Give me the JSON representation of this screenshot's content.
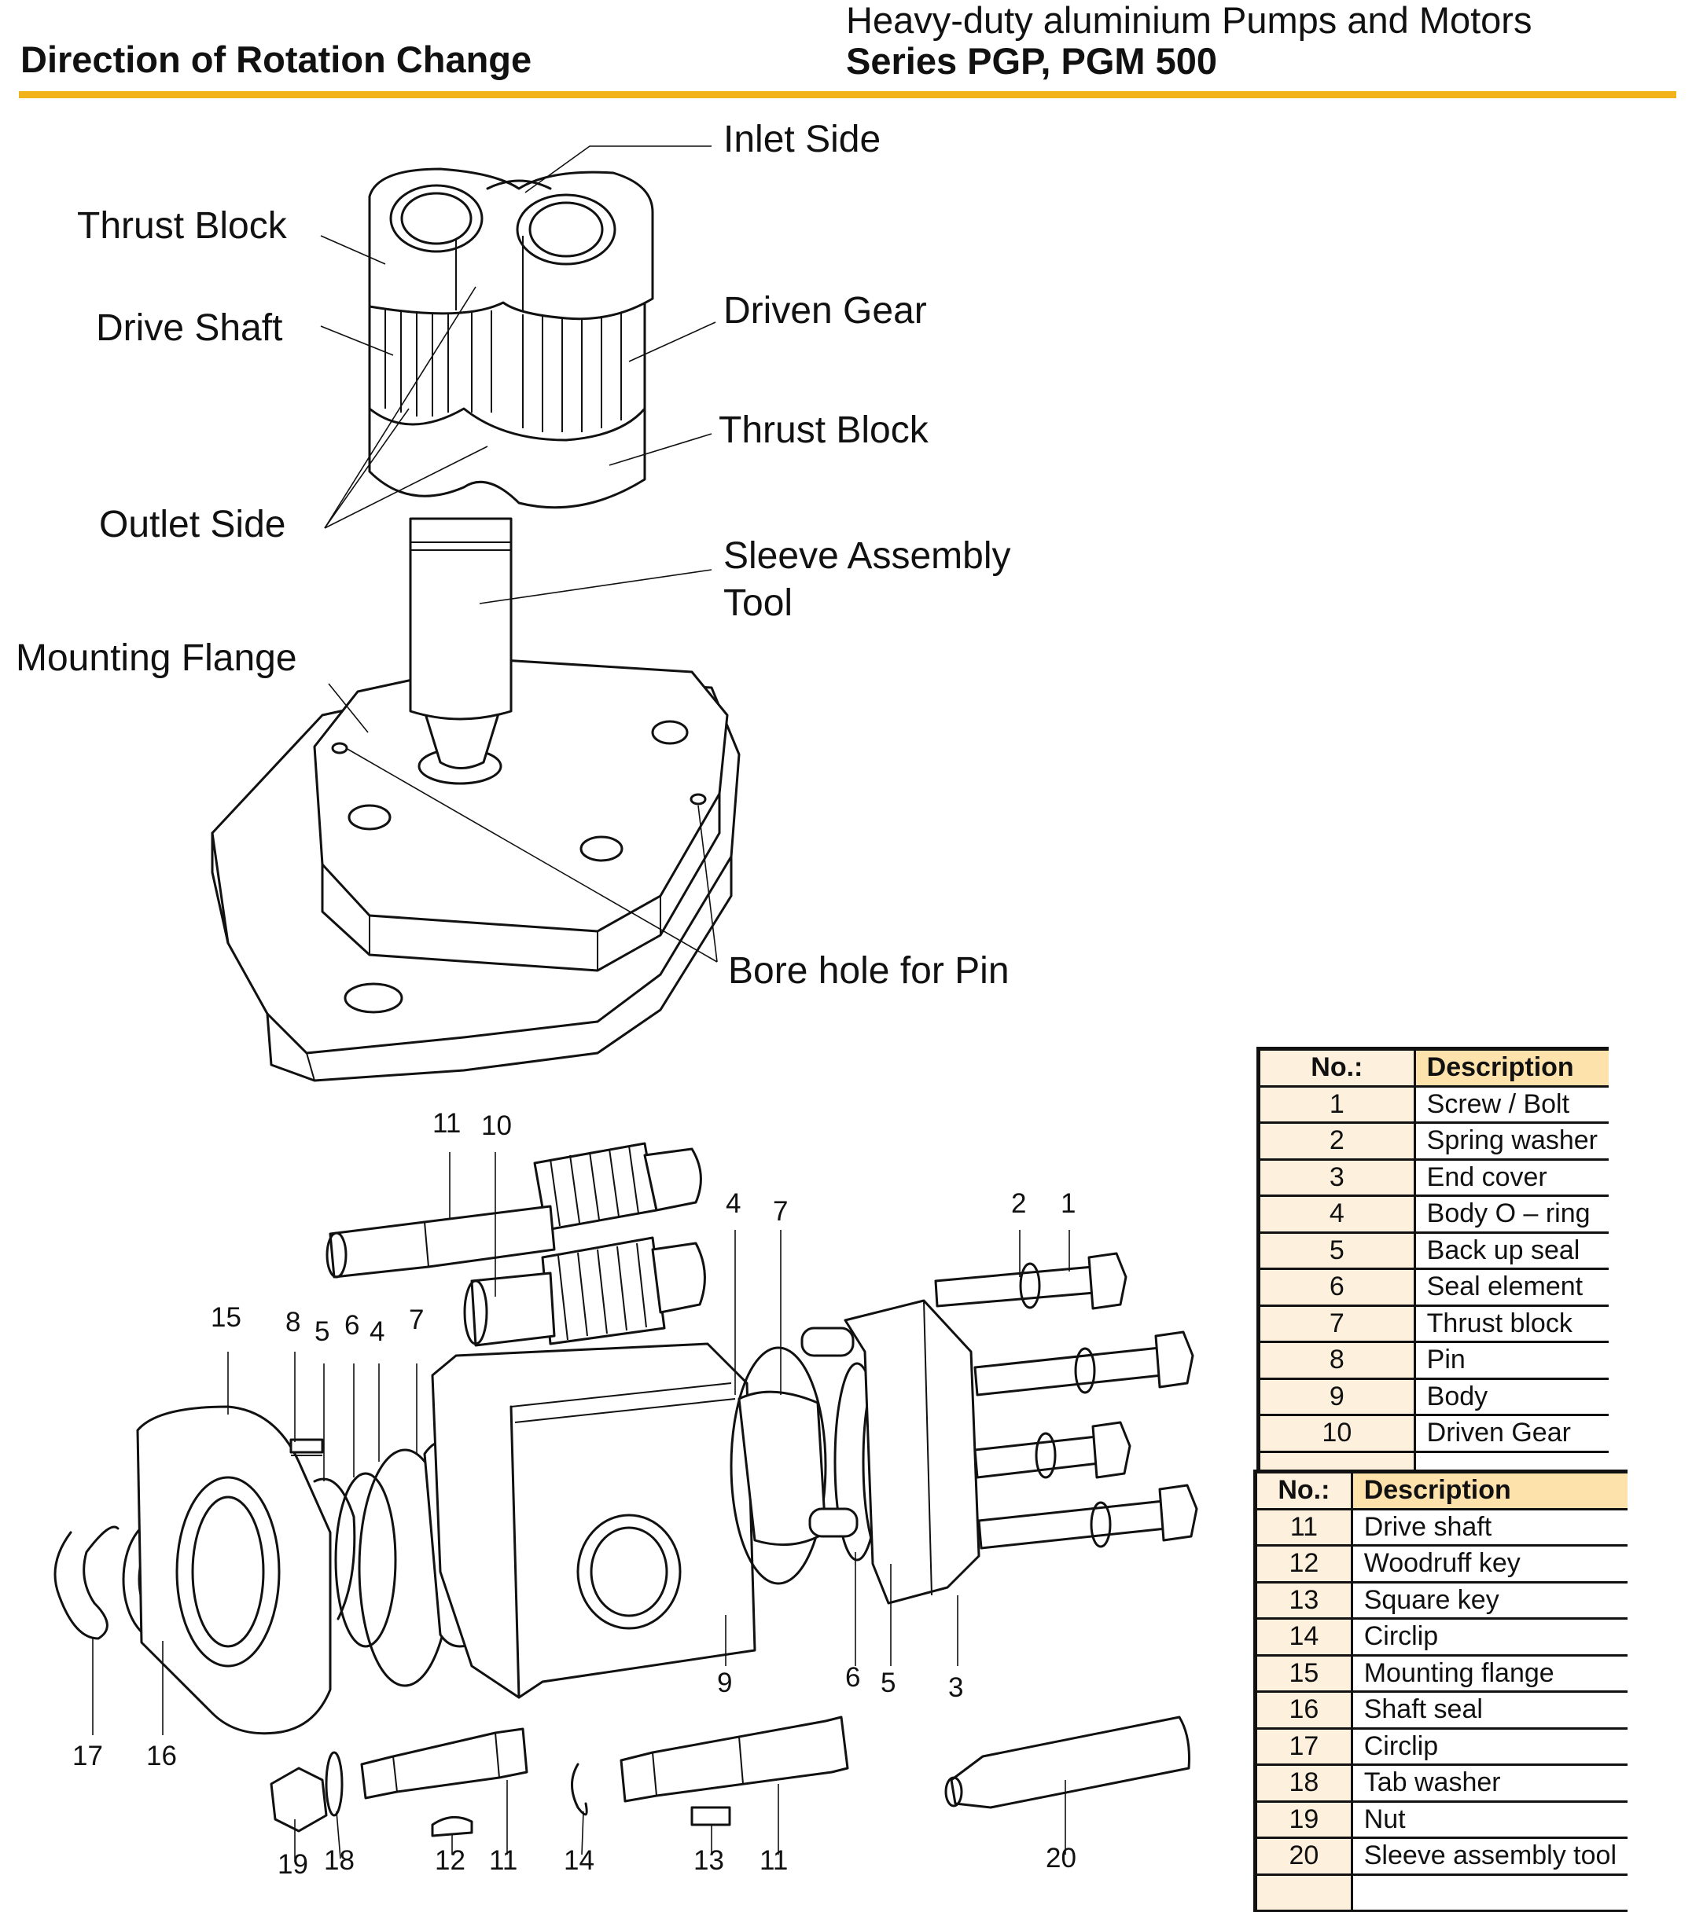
{
  "header": {
    "section_title": "Direction of Rotation Change",
    "product_line": "Heavy-duty aluminium Pumps and Motors",
    "series": "Series PGP, PGM 500",
    "rule_color": "#f2b21a"
  },
  "callouts": {
    "inlet_side": "Inlet Side",
    "thrust_block_upper": "Thrust Block",
    "drive_shaft": "Drive Shaft",
    "driven_gear": "Driven Gear",
    "thrust_block_lower": "Thrust Block",
    "outlet_side": "Outlet Side",
    "sleeve_assembly_tool_1": "Sleeve Assembly",
    "sleeve_assembly_tool_2": "Tool",
    "mounting_flange": "Mounting Flange",
    "bore_hole_for_pin": "Bore hole for Pin"
  },
  "exploded_numbers": {
    "n11a": "11",
    "n10": "10",
    "n4a": "4",
    "n7a": "7",
    "n2": "2",
    "n1": "1",
    "n15": "15",
    "n8": "8",
    "n5a": "5",
    "n6a": "6",
    "n4b": "4",
    "n7b": "7",
    "n9": "9",
    "n6b": "6",
    "n5b": "5",
    "n3": "3",
    "n17": "17",
    "n16": "16",
    "n19": "19",
    "n18": "18",
    "n12": "12",
    "n11b": "11",
    "n14": "14",
    "n13": "13",
    "n11c": "11",
    "n20": "20"
  },
  "parts_table_1": {
    "header_no": "No.:",
    "header_desc": "Description",
    "rows": [
      {
        "no": "1",
        "desc": "Screw / Bolt"
      },
      {
        "no": "2",
        "desc": "Spring washer"
      },
      {
        "no": "3",
        "desc": "End cover"
      },
      {
        "no": "4",
        "desc": "Body O – ring"
      },
      {
        "no": "5",
        "desc": "Back up seal"
      },
      {
        "no": "6",
        "desc": "Seal element"
      },
      {
        "no": "7",
        "desc": "Thrust block"
      },
      {
        "no": "8",
        "desc": "Pin"
      },
      {
        "no": "9",
        "desc": "Body"
      },
      {
        "no": "10",
        "desc": "Driven Gear"
      },
      {
        "no": "",
        "desc": ""
      }
    ]
  },
  "parts_table_2": {
    "header_no": "No.:",
    "header_desc": "Description",
    "rows": [
      {
        "no": "11",
        "desc": "Drive shaft"
      },
      {
        "no": "12",
        "desc": "Woodruff key"
      },
      {
        "no": "13",
        "desc": "Square key"
      },
      {
        "no": "14",
        "desc": "Circlip"
      },
      {
        "no": "15",
        "desc": "Mounting flange"
      },
      {
        "no": "16",
        "desc": "Shaft seal"
      },
      {
        "no": "17",
        "desc": "Circlip"
      },
      {
        "no": "18",
        "desc": "Tab washer"
      },
      {
        "no": "19",
        "desc": "Nut"
      },
      {
        "no": "20",
        "desc": "Sleeve assembly tool"
      },
      {
        "no": "",
        "desc": ""
      }
    ]
  }
}
